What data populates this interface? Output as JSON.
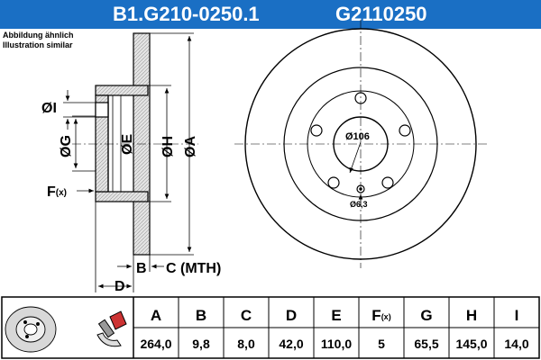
{
  "header": {
    "part_number": "B1.G210-0250.1",
    "ref_number": "G2110250"
  },
  "note": {
    "line1": "Abbildung ähnlich",
    "line2": "Illustration similar"
  },
  "dimension_labels": {
    "a": "ØA",
    "e": "ØE",
    "g": "ØG",
    "h": "ØH",
    "i": "ØI",
    "b": "B",
    "c": "C (MTH)",
    "d": "D",
    "f": "F",
    "f_sub": "(x)"
  },
  "front_view": {
    "center_hole": "Ø106",
    "bolt_hole": "Ø6,3"
  },
  "colors": {
    "header": "#1a6fc4",
    "hatch": "#b8b8b8",
    "line": "#000000"
  },
  "table": {
    "columns": [
      {
        "label": "A",
        "value": "264,0"
      },
      {
        "label": "B",
        "value": "9,8"
      },
      {
        "label": "C",
        "value": "8,0"
      },
      {
        "label": "D",
        "value": "42,0"
      },
      {
        "label": "E",
        "value": "110,0"
      },
      {
        "label": "F",
        "sub": "(x)",
        "value": "5"
      },
      {
        "label": "G",
        "value": "65,5"
      },
      {
        "label": "H",
        "value": "145,0"
      },
      {
        "label": "I",
        "value": "14,0"
      }
    ]
  }
}
